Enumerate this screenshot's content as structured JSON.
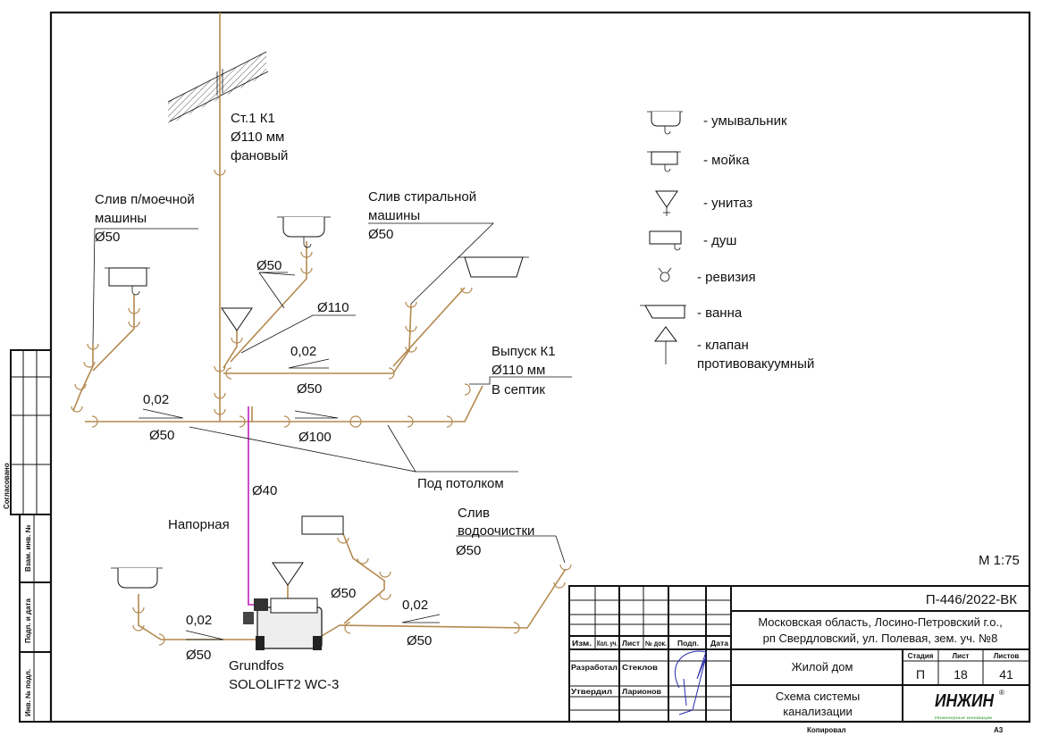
{
  "drawing": {
    "riser_label": [
      "Ст.1  К1",
      "Ø110 мм",
      "фановый"
    ],
    "dishwasher_label": [
      "Слив п/моечной",
      "машины",
      "Ø50"
    ],
    "washer_label": [
      "Слив стиральной",
      "машины",
      "Ø50"
    ],
    "outlet_label": [
      "Выпуск К1",
      "Ø110 мм",
      "В септик"
    ],
    "under_ceiling": "Под потолком",
    "pressure_label": "Напорная",
    "d40": "Ø40",
    "d50_a": "Ø50",
    "d110": "Ø110",
    "slope_upper": "0,02",
    "d50_upper": "Ø50",
    "slope_main": "0,02",
    "d50_main": "Ø50",
    "d100": "Ø100",
    "filter_label": [
      "Слив",
      "водоочистки",
      "Ø50"
    ],
    "d50_shower": "Ø50",
    "slope_lower_right": "0,02",
    "d50_lower_right": "Ø50",
    "slope_lower_left": "0,02",
    "d50_lower_left": "Ø50",
    "pump_label": [
      "Grundfos",
      "SOLOLIFT2 WC-3"
    ],
    "scale": "М 1:75",
    "pipe_color": "#b3884e",
    "pressure_pipe_color": "#c020c0"
  },
  "legend": [
    {
      "icon": "washbasin-icon",
      "label": "- умывальник"
    },
    {
      "icon": "sink-icon",
      "label": "- мойка"
    },
    {
      "icon": "toilet-icon",
      "label": "- унитаз"
    },
    {
      "icon": "shower-icon",
      "label": "- душ"
    },
    {
      "icon": "revision-icon",
      "label": "- ревизия"
    },
    {
      "icon": "bathtub-icon",
      "label": "- ванна"
    },
    {
      "icon": "air-valve-icon",
      "label": [
        "- клапан",
        "противовакуумный"
      ]
    }
  ],
  "side_stamp": {
    "agreed": "Согласовано",
    "replace_inv": "Взам. инв. №",
    "sign_date": "Подп. и дата",
    "inv_orig": "Инв. № подл."
  },
  "title_block": {
    "code": "П-446/2022-ВК",
    "address": [
      "Московская область, Лосино-Петровский г.о.,",
      "рп Свердловский, ул. Полевая, зем. уч. №8"
    ],
    "headers": [
      "Изм.",
      "Кол. уч.",
      "Лист",
      "№ док.",
      "Подп.",
      "Дата"
    ],
    "roles": [
      {
        "role": "Разработал",
        "name": "Стеклов"
      },
      {
        "role": "Утвердил",
        "name": "Ларионов"
      }
    ],
    "object": "Жилой дом",
    "sheet_title": [
      "Схема системы",
      "канализации"
    ],
    "stage_header": "Стадия",
    "sheet_header": "Лист",
    "sheets_header": "Листов",
    "stage": "П",
    "sheet": "18",
    "sheets": "41",
    "logo": "ИНЖИН",
    "logo_sub": "Инженерные инновации",
    "copied": "Копировал",
    "format": "А3"
  }
}
